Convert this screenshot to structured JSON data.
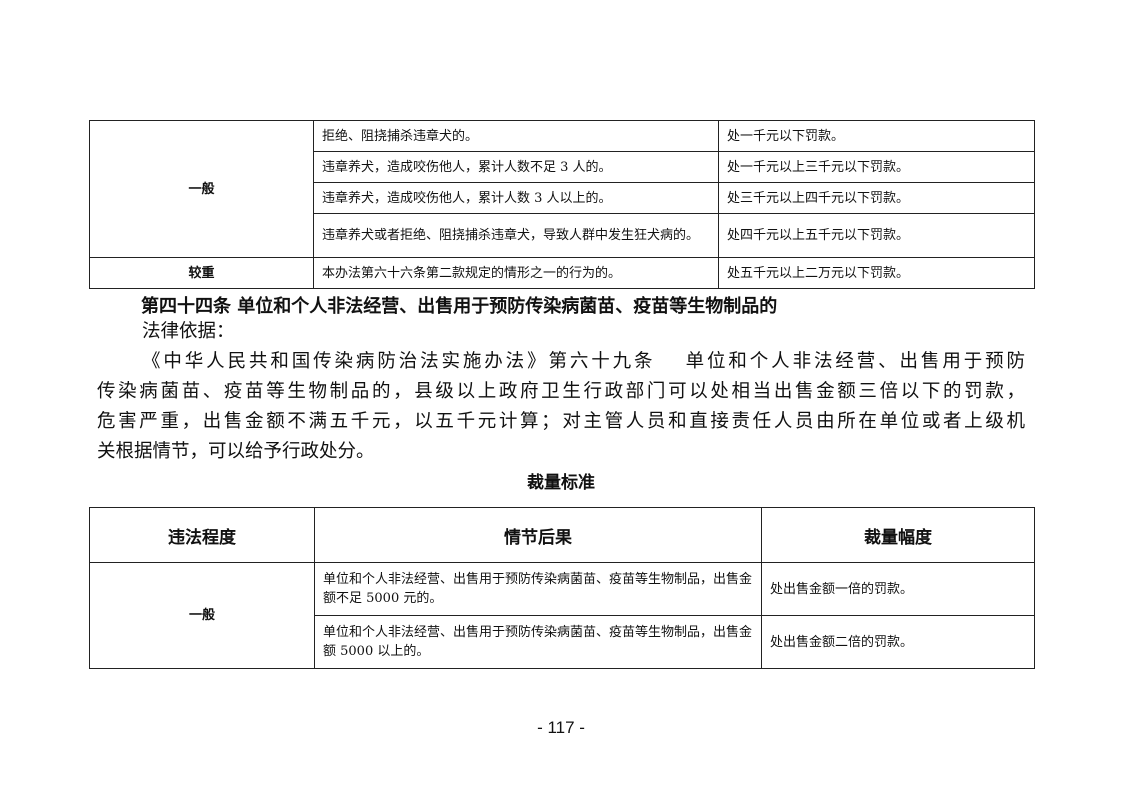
{
  "table1": {
    "rows": [
      {
        "level": "一般",
        "circumstance": "拒绝、阻挠捕杀违章犬的。",
        "penalty": "处一千元以下罚款。"
      },
      {
        "circumstance": "违章养犬，造成咬伤他人，累计人数不足 3 人的。",
        "penalty": "处一千元以上三千元以下罚款。"
      },
      {
        "circumstance": "违章养犬，造成咬伤他人，累计人数 3 人以上的。",
        "penalty": "处三千元以上四千元以下罚款。"
      },
      {
        "circumstance": "违章养犬或者拒绝、阻挠捕杀违章犬，导致人群中发生狂犬病的。",
        "penalty": "处四千元以上五千元以下罚款。"
      },
      {
        "level": "较重",
        "circumstance": "本办法第六十六条第二款规定的情形之一的行为的。",
        "penalty": "处五千元以上二万元以下罚款。"
      }
    ]
  },
  "article": {
    "heading": "第四十四条  单位和个人非法经营、出售用于预防传染病菌苗、疫苗等生物制品的",
    "basis_label": "法律依据：",
    "lines": [
      "《中华人民共和国传染病防治法实施办法》第六十九条　 单位和个人非法经营、出售用于预防",
      "传染病菌苗、疫苗等生物制品的，县级以上政府卫生行政部门可以处相当出售金额三倍以下的罚款，",
      "危害严重，出售金额不满五千元，以五千元计算；对主管人员和直接责任人员由所在单位或者上级机",
      "关根据情节，可以给予行政处分。"
    ],
    "standard_title": "裁量标准"
  },
  "table2": {
    "headers": [
      "违法程度",
      "情节后果",
      "裁量幅度"
    ],
    "rows": [
      {
        "level": "一般",
        "circumstance": "单位和个人非法经营、出售用于预防传染病菌苗、疫苗等生物制品，出售金额不足 5000 元的。",
        "penalty": "处出售金额一倍的罚款。"
      },
      {
        "circumstance": "单位和个人非法经营、出售用于预防传染病菌苗、疫苗等生物制品，出售金额 5000 以上的。",
        "penalty": "处出售金额二倍的罚款。"
      }
    ]
  },
  "page_number": "- 117 -"
}
